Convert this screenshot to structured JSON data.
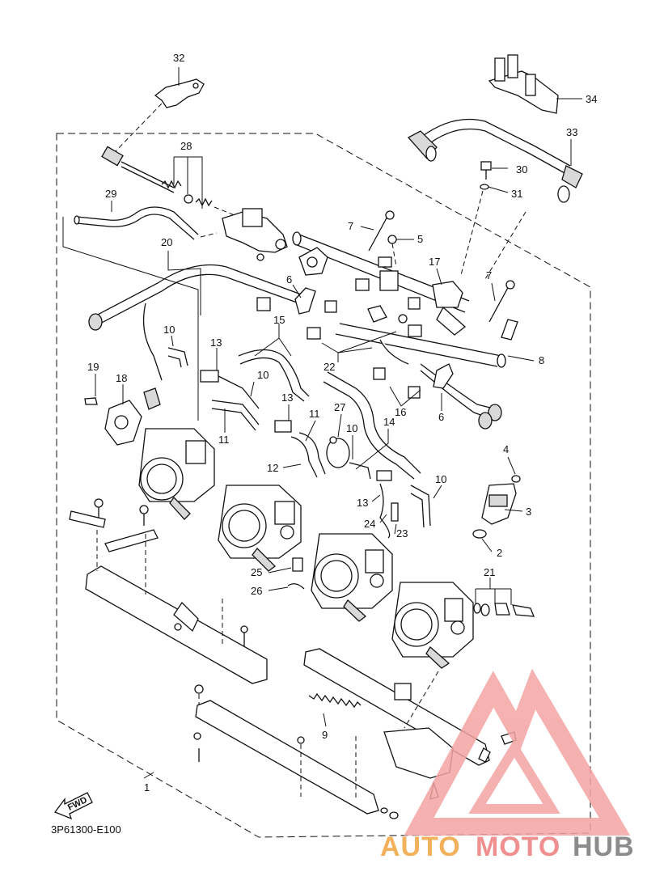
{
  "diagram": {
    "code": "3P61300-E100",
    "fwd_label": "FWD",
    "callouts": [
      {
        "id": "32",
        "text": "32"
      },
      {
        "id": "34",
        "text": "34"
      },
      {
        "id": "28",
        "text": "28"
      },
      {
        "id": "33",
        "text": "33"
      },
      {
        "id": "30",
        "text": "30"
      },
      {
        "id": "31",
        "text": "31"
      },
      {
        "id": "29",
        "text": "29"
      },
      {
        "id": "7a",
        "text": "7"
      },
      {
        "id": "5",
        "text": "5"
      },
      {
        "id": "20",
        "text": "20"
      },
      {
        "id": "17",
        "text": "17"
      },
      {
        "id": "7b",
        "text": "7"
      },
      {
        "id": "6a",
        "text": "6"
      },
      {
        "id": "15",
        "text": "15"
      },
      {
        "id": "8",
        "text": "8"
      },
      {
        "id": "10a",
        "text": "10"
      },
      {
        "id": "13a",
        "text": "13"
      },
      {
        "id": "22",
        "text": "22"
      },
      {
        "id": "19",
        "text": "19"
      },
      {
        "id": "18",
        "text": "18"
      },
      {
        "id": "10b",
        "text": "10"
      },
      {
        "id": "16",
        "text": "16"
      },
      {
        "id": "6b",
        "text": "6"
      },
      {
        "id": "13b",
        "text": "13"
      },
      {
        "id": "27",
        "text": "27"
      },
      {
        "id": "11a",
        "text": "11"
      },
      {
        "id": "11b",
        "text": "11"
      },
      {
        "id": "14",
        "text": "14"
      },
      {
        "id": "10c",
        "text": "10"
      },
      {
        "id": "4",
        "text": "4"
      },
      {
        "id": "12",
        "text": "12"
      },
      {
        "id": "10d",
        "text": "10"
      },
      {
        "id": "13c",
        "text": "13"
      },
      {
        "id": "3",
        "text": "3"
      },
      {
        "id": "24",
        "text": "24"
      },
      {
        "id": "23",
        "text": "23"
      },
      {
        "id": "2",
        "text": "2"
      },
      {
        "id": "25",
        "text": "25"
      },
      {
        "id": "21",
        "text": "21"
      },
      {
        "id": "26",
        "text": "26"
      },
      {
        "id": "9",
        "text": "9"
      },
      {
        "id": "1",
        "text": "1"
      }
    ]
  },
  "watermark": {
    "word_a": "AUTO",
    "word_b": "MOTO",
    "word_c": "HUB",
    "color_a": "#f2b15a",
    "color_b": "#f08f8f",
    "color_c": "#8c8c8c",
    "logo_color": "#f4a3a3"
  }
}
